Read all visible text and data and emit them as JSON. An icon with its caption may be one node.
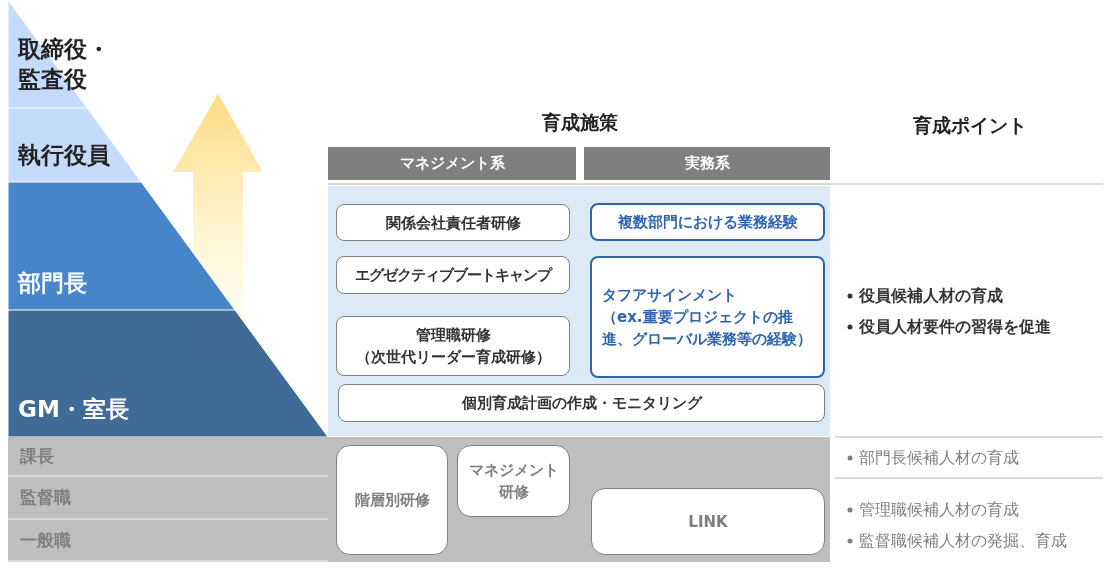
{
  "diagram": {
    "nodes": [
      {
        "text": [
          "取締役・監査役"
        ]
      },
      {
        "text": [
          "執行役員"
        ]
      },
      {
        "text": [
          "部門長"
        ]
      },
      {
        "text": [
          "GM・室長"
        ]
      },
      {
        "text": [
          "課長"
        ]
      },
      {
        "text": [
          "監督職"
        ]
      },
      {
        "text": [
          "一般職"
        ]
      },
      {
        "text": [
          "マネジメント系"
        ]
      },
      {
        "text": [
          "実務系"
        ]
      },
      {
        "text": [
          "関係会社責任者研修"
        ]
      },
      {
        "text": [
          "複数部門における業務経験"
        ]
      },
      {
        "text": [
          "エグゼクティブブートキャンプ"
        ]
      },
      {
        "text": [
          "タフアサインメント（ex.重要プロジェクトの推進、グローバル業務等の経験）"
        ]
      },
      {
        "text": [
          "管理職研修（次世代リーダー育成研修）"
        ]
      },
      {
        "text": [
          "個別育成計画の作成・モニタリング"
        ]
      },
      {
        "text": [
          "階層別研修"
        ]
      },
      {
        "text": [
          "マネジメント研修"
        ]
      },
      {
        "text": [
          "LINK"
        ]
      }
    ],
    "labels": [
      "育成施策",
      "育成ポイント",
      "役員候補人材の育成",
      "役員人材要件の習得を促進",
      "部門長候補人材の育成",
      "管理職候補人材の育成",
      "監督職候補人材の発掘、育成"
    ]
  }
}
